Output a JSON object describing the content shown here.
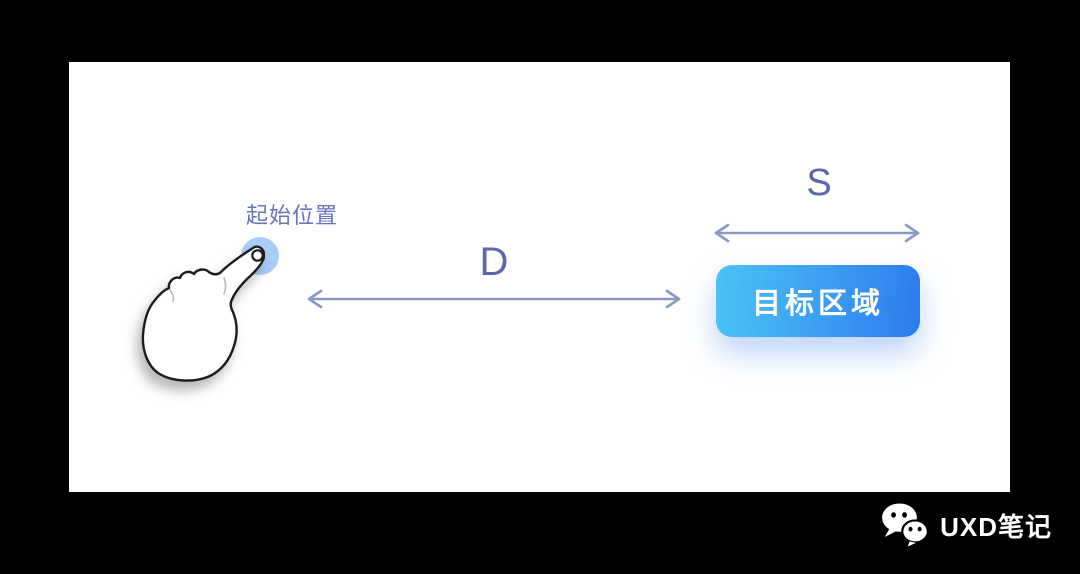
{
  "diagram": {
    "start_position_label": "起始位置",
    "distance_label": "D",
    "target_width_label": "S",
    "target_area_label": "目标区域"
  },
  "watermark": {
    "brand": "UXD笔记",
    "icon": "wechat-icon"
  },
  "colors": {
    "page_background": "#000000",
    "canvas_background": "#ffffff",
    "start_label_text": "#6a74b8",
    "metric_label_text": "#5b66ad",
    "arrow_stroke": "#8a98c2",
    "touch_point_fill": "#a9cdf9",
    "target_gradient_left": "#4ac4f6",
    "target_gradient_right": "#2d7bee",
    "target_text": "#ffffff",
    "watermark_text": "#ffffff"
  }
}
